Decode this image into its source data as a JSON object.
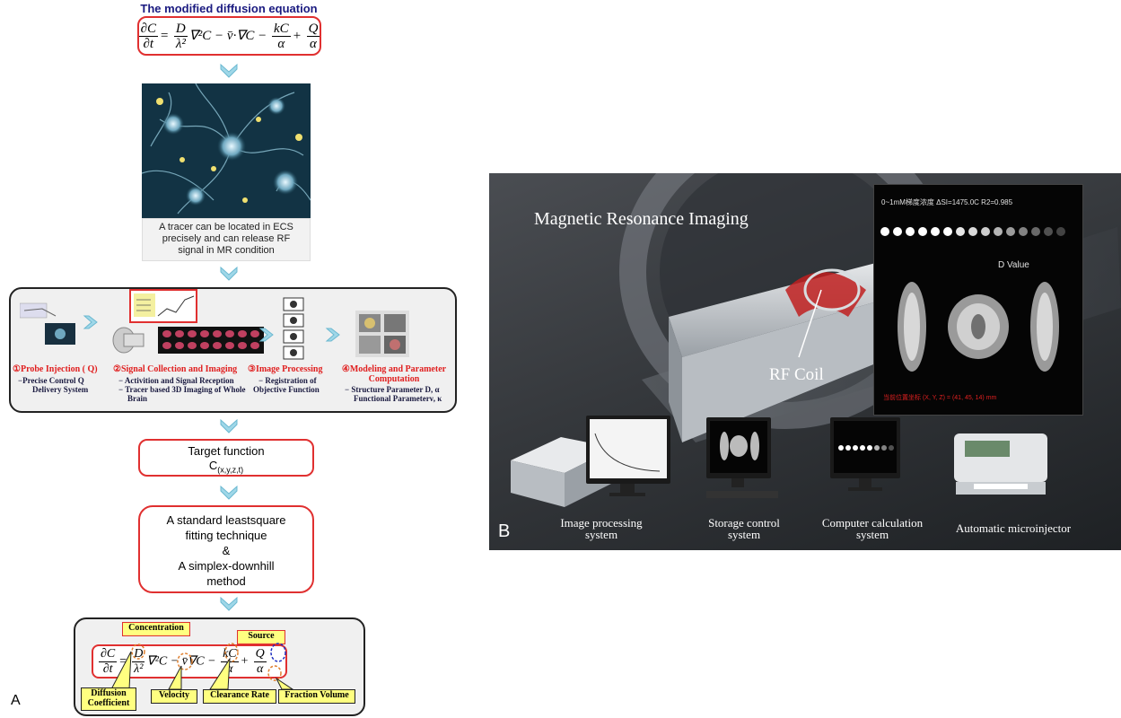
{
  "panel_a": {
    "label": "A",
    "title": "The modified diffusion equation",
    "image_caption": "A tracer can be located in ECS precisely and can release RF signal in MR condition",
    "steps": [
      {
        "title": "①Probe Injection ( Q)",
        "body": [
          "−Precise Control  Q",
          "Delivery System"
        ]
      },
      {
        "title": "②Signal Collection and Imaging",
        "body": [
          "−  Activition and Signal Reception",
          "−  Tracer based 3D Imaging of Whole",
          "Brain"
        ]
      },
      {
        "title": "③Image Processing",
        "body": [
          "−   Registration of",
          "Objective Function"
        ]
      },
      {
        "title": "④Modeling and Parameter Computation",
        "body": [
          "−  Structure Parameter D, α",
          "Functional Parameterν, κ"
        ]
      }
    ],
    "target_function": {
      "line1": "Target function",
      "line2": "C",
      "subscript": "(x,y,z,t)"
    },
    "fitting": [
      "A standard leastsquare",
      "fitting technique",
      "&",
      "A simplex-downhill",
      "method"
    ],
    "annotations": {
      "concentration": "Concentration",
      "source": "Source",
      "diffusion": "Diffusion Coefficient",
      "velocity": "Velocity",
      "clearance": "Clearance Rate",
      "fraction": "Fraction Volume"
    }
  },
  "panel_b": {
    "label": "B",
    "title": "Magnetic Resonance Imaging",
    "rf_coil": "RF Coil",
    "screen_header": "0~1mM梯度浓度 ΔSI=1475.0C  R2=0.985",
    "d_value": "D  Value",
    "screen_footer": "当前位置坐标 (X, Y, Z) = (41, 45, 14) mm",
    "systems": [
      {
        "name": "Image processing system"
      },
      {
        "name": "Storage control system"
      },
      {
        "name": "Computer calculation system"
      },
      {
        "name": "Automatic microinjector"
      }
    ]
  },
  "colors": {
    "red_border": "#e03030",
    "title_blue": "#1a1a80",
    "highlight_yellow": "#ffff80",
    "step_red": "#e02020"
  }
}
